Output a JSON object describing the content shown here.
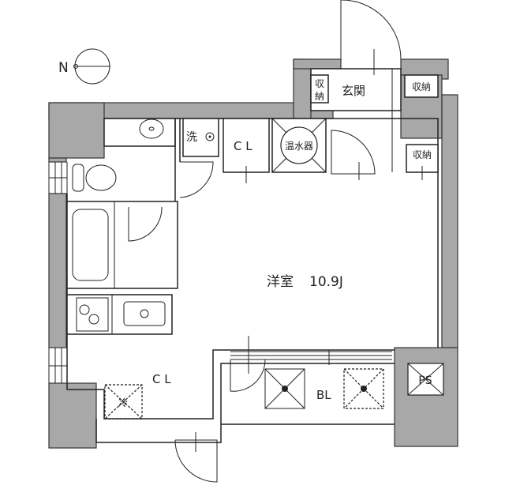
{
  "compass": {
    "label": "N"
  },
  "rooms": {
    "storage_left": "収納",
    "storage_left_line1": "収",
    "storage_left_line2": "納",
    "entrance": "玄関",
    "storage_top_right": "収納",
    "storage_right": "収納",
    "laundry": "洗",
    "closet_top": "C L",
    "water_heater": "温水器",
    "western_room": "洋室",
    "western_room_size": "10.9J",
    "closet_bottom": "C L",
    "fridge": "冷",
    "balcony": "BL",
    "pipe_space": "PS"
  }
}
